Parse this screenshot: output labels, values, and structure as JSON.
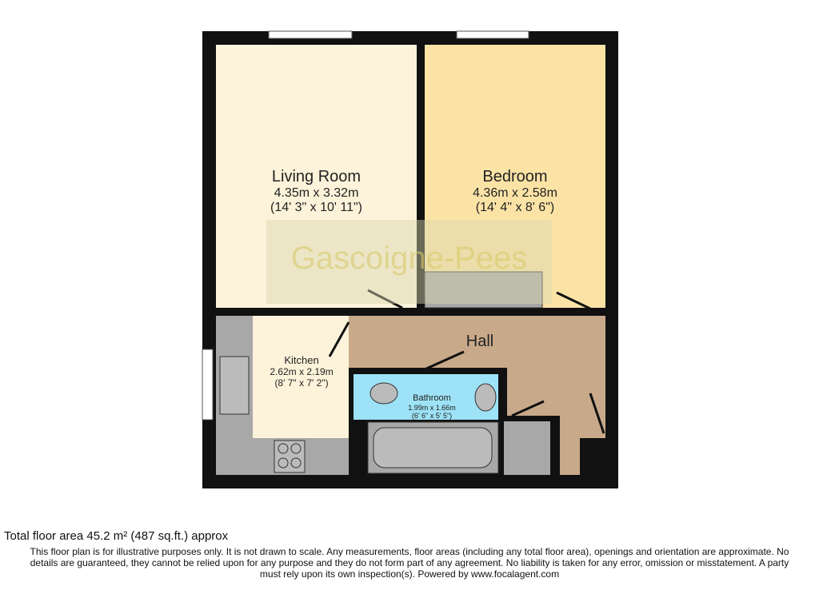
{
  "rooms": {
    "living": {
      "name": "Living Room",
      "metric": "4.35m x 3.32m",
      "imperial": "(14' 3\" x 10' 11\")"
    },
    "bedroom": {
      "name": "Bedroom",
      "metric": "4.36m x 2.58m",
      "imperial": "(14' 4\" x 8' 6\")"
    },
    "hall": {
      "name": "Hall"
    },
    "kitchen": {
      "name": "Kitchen",
      "metric": "2.62m x 2.19m",
      "imperial": "(8' 7\" x 7' 2\")"
    },
    "bathroom": {
      "name": "Bathroom",
      "metric": "1.99m x 1.66m",
      "imperial": "(6' 6\" x 5' 5\")"
    }
  },
  "watermark": "Gascoigne-Pees",
  "colors": {
    "living": "#fdf3da",
    "bedroom": "#fbe3a6",
    "hall": "#c8a98a",
    "kitchen": "#fdf3da",
    "bathroom": "#9de2f6",
    "fixture": "#a8a8a8",
    "wall": "#111111"
  },
  "footer": {
    "total_area": "Total floor area 45.2 m² (487 sq.ft.) approx",
    "disclaimer_1": "This floor plan is for illustrative purposes only. It is not drawn to scale. Any measurements, floor areas (including any total floor area), openings and orientation are approximate. No",
    "disclaimer_2": "details are guaranteed, they cannot be relied upon for any purpose and they do not form part of any agreement. No liability is taken for any error, omission or misstatement. A party",
    "disclaimer_3": "must rely upon its own inspection(s). Powered by www.focalagent.com"
  }
}
